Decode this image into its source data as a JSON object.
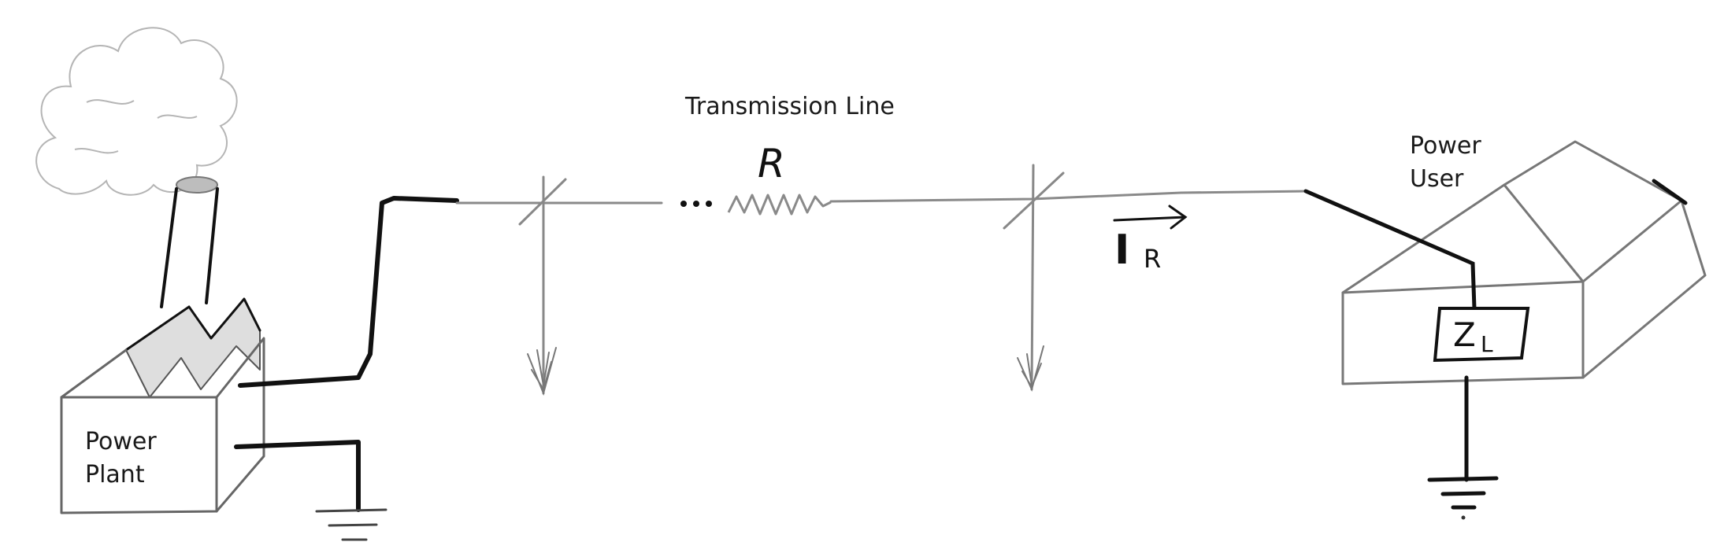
{
  "labels": {
    "transmission_line": "Transmission Line",
    "resistor": "R",
    "power_plant": [
      "Power",
      "Plant"
    ],
    "power_user": [
      "Power",
      "User"
    ],
    "current_main": "I",
    "current_sub": "R",
    "load_main": "Z",
    "load_sub": "L",
    "ellipsis": "..."
  },
  "colors": {
    "ink": "#111111",
    "pencil": "#8a8a8a",
    "smoke": "#b5b5b5",
    "stack_cap": "#bdbdbd"
  },
  "icons": [
    "smoke-icon",
    "factory-icon",
    "house-icon",
    "ground-icon",
    "resistor-icon",
    "pole-icon",
    "arrow-icon"
  ]
}
